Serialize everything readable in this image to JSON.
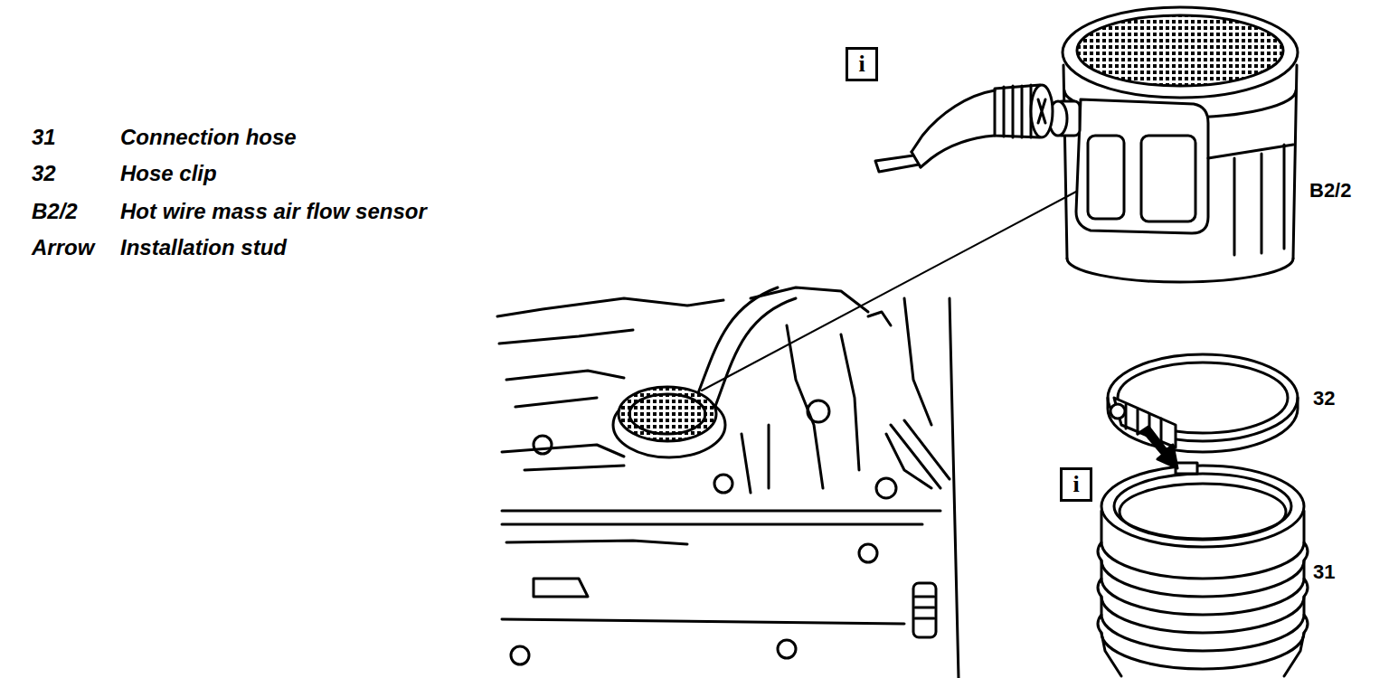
{
  "diagram": {
    "nodes": [
      {
        "text": [
          "i"
        ]
      },
      {
        "text": [
          "i"
        ]
      }
    ],
    "labels": [
      "31",
      "Connection hose",
      "32",
      "Hose clip",
      "B2/2",
      "Hot wire mass air flow sensor",
      "Arrow",
      "Installation stud",
      "B2/2",
      "32",
      "31"
    ]
  }
}
